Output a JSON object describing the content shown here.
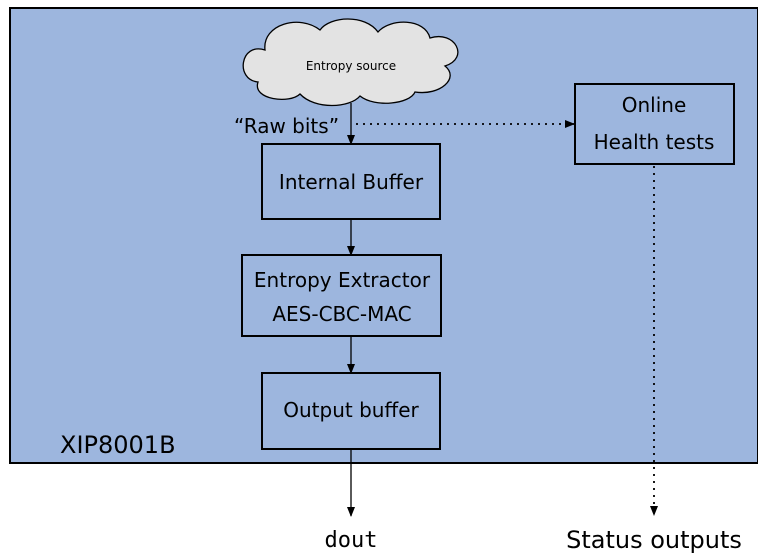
{
  "chip": {
    "label": "XIP8001B"
  },
  "source": {
    "label": "Entropy source"
  },
  "raw": {
    "label": "“Raw bits”"
  },
  "internal_buffer": {
    "label": "Internal Buffer"
  },
  "extractor": {
    "line1": "Entropy Extractor",
    "line2": "AES-CBC-MAC"
  },
  "output_buffer": {
    "label": "Output buffer"
  },
  "health": {
    "line1": "Online",
    "line2": "Health tests"
  },
  "outputs": {
    "dout": "dout",
    "status": "Status outputs"
  },
  "colors": {
    "chip_fill": "#9db6de",
    "cloud_fill": "#e3e3e3"
  }
}
